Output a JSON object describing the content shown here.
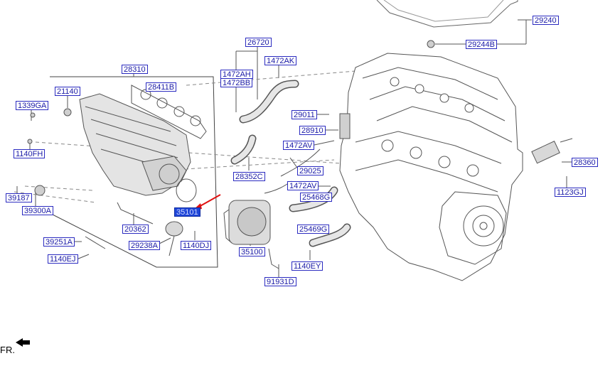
{
  "labels": {
    "l29240": "29240",
    "l29244B": "29244B",
    "l26720": "26720",
    "l1472AK": "1472AK",
    "l1472AH": "1472AH",
    "l1472BB": "1472BB",
    "l28310": "28310",
    "l28411B": "28411B",
    "l21140": "21140",
    "l1339GA": "1339GA",
    "l1140FH": "1140FH",
    "l29011": "29011",
    "l28910": "28910",
    "l1472AV_a": "1472AV",
    "l29025": "29025",
    "l28352C": "28352C",
    "l1472AV_b": "1472AV",
    "l25468G": "25468G",
    "l39187": "39187",
    "l39300A": "39300A",
    "l35101": "35101",
    "l20362": "20362",
    "l25469G": "25469G",
    "l29238A": "29238A",
    "l1140DJ": "1140DJ",
    "l35100": "35100",
    "l39251A": "39251A",
    "l1140EJ": "1140EJ",
    "l1140EY": "1140EY",
    "l91931D": "91931D",
    "l28360": "28360",
    "l1123GJ": "1123GJ"
  },
  "front_indicator": "FR."
}
